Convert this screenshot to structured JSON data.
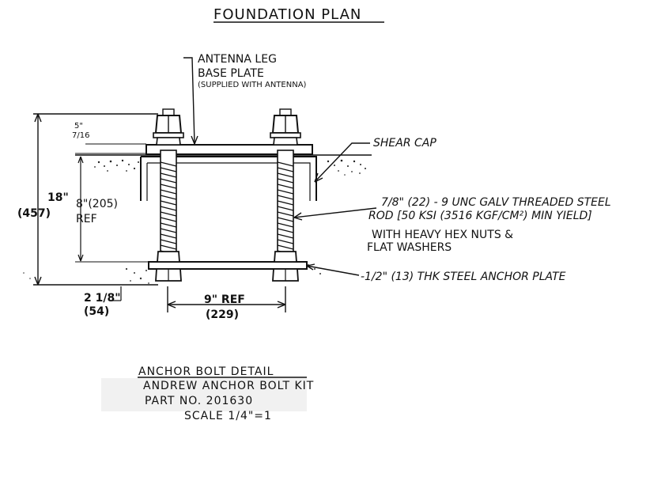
{
  "title": "FOUNDATION PLAN",
  "callouts": {
    "base_plate_1": "ANTENNA LEG",
    "base_plate_2": "BASE PLATE",
    "base_plate_3": "(SUPPLIED WITH ANTENNA)",
    "shear_cap": "SHEAR CAP",
    "rod_1": "7/8\" (22) - 9 UNC GALV THREADED STEEL",
    "rod_2": "ROD [50 KSI (3516 KGF/CM²) MIN YIELD]",
    "rod_3": "WITH  HEAVY HEX NUTS &",
    "rod_4": "FLAT WASHERS",
    "anchor_plate": "-1/2\" (13) THK STEEL ANCHOR PLATE"
  },
  "dimensions": {
    "overall_1": "18\"",
    "overall_2": "(457)",
    "embed_1": "8\"(205)",
    "embed_2": "REF",
    "top_1": "5\"",
    "top_2": "7/16",
    "bottom_1": "2 1/8\"",
    "bottom_2": "(54)",
    "spacing_1": "9\" REF",
    "spacing_2": "(229)"
  },
  "title_block": {
    "heading": "ANCHOR BOLT DETAIL",
    "line1": "ANDREW ANCHOR BOLT KIT",
    "line2": "PART NO. 201630",
    "line3": "SCALE 1/4\"=1"
  }
}
